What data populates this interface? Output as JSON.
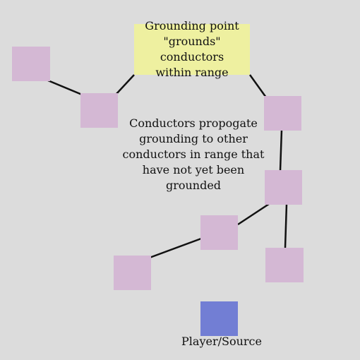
{
  "diagram": {
    "grounding_point_label": "Grounding point\n\"grounds\" conductors\nwithin range",
    "propagation_note": "Conductors propogate\ngrounding to other\nconductors in range that\nhave not yet been grounded",
    "source_label": "Player/Source"
  },
  "colors": {
    "background": "#dcdcdc",
    "conductor": "#d4b8d4",
    "grounding_point": "#eef0a0",
    "source": "#727ed4",
    "link": "#111111"
  }
}
